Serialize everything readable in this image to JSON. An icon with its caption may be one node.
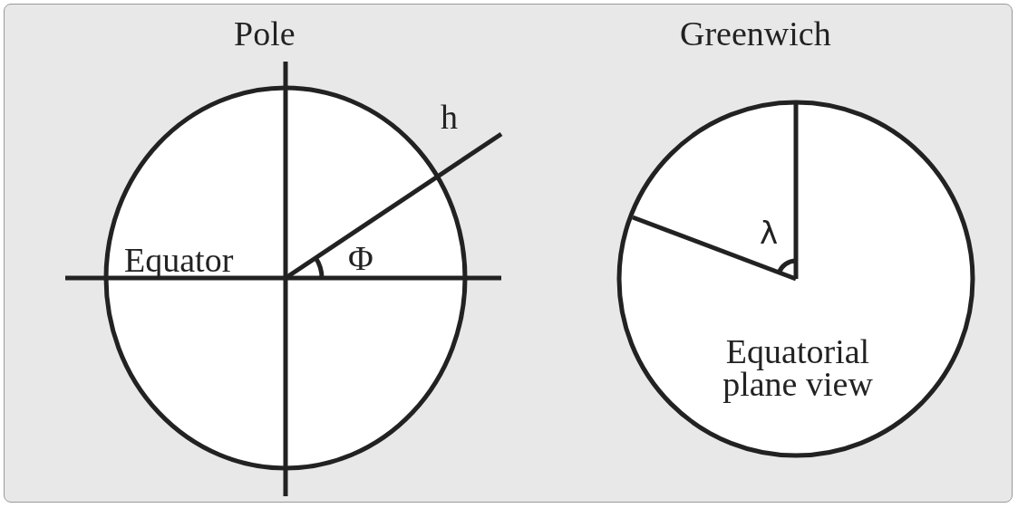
{
  "diagram": {
    "labels": [
      "Pole",
      "h",
      "Equator",
      "Φ",
      "Greenwich",
      "λ",
      "Equatorial plane view"
    ]
  }
}
